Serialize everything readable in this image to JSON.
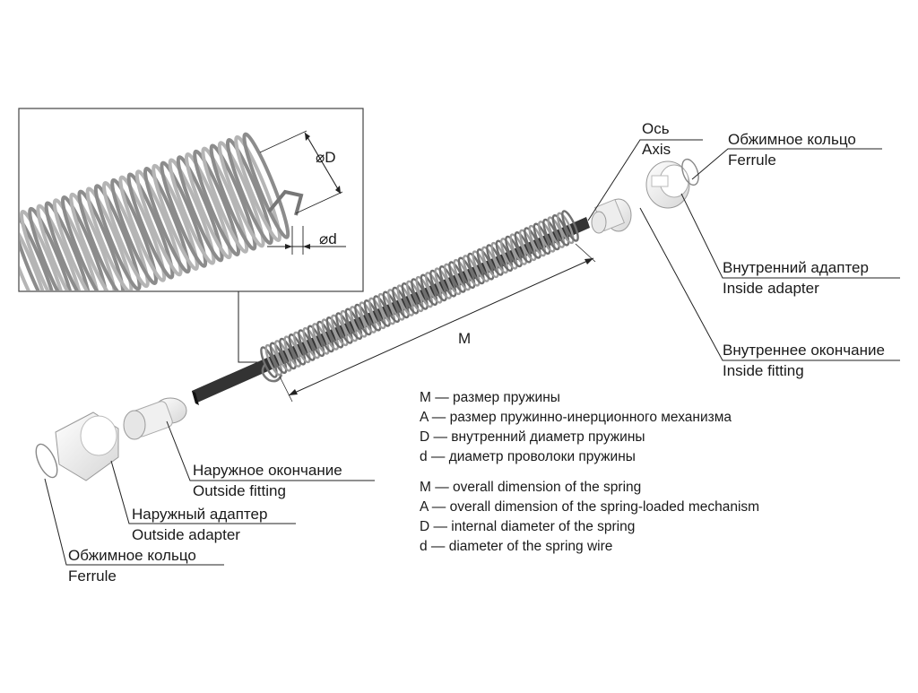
{
  "labels": {
    "axis": {
      "ru": "Ось",
      "en": "Axis"
    },
    "ferrule_right": {
      "ru": "Обжимное кольцо",
      "en": "Ferrule"
    },
    "inside_adapter": {
      "ru": "Внутренний адаптер",
      "en": "Inside adapter"
    },
    "inside_fitting": {
      "ru": "Внутреннее окончание",
      "en": "Inside fitting"
    },
    "outside_fitting": {
      "ru": "Наружное окончание",
      "en": "Outside fitting"
    },
    "outside_adapter": {
      "ru": "Наружный адаптер",
      "en": "Outside adapter"
    },
    "ferrule_left": {
      "ru": "Обжимное кольцо",
      "en": "Ferrule"
    }
  },
  "dimensions": {
    "M": "M",
    "D": "⌀D",
    "d": "⌀d"
  },
  "legend_ru": [
    "M — размер пружины",
    "A — размер пружинно-инерционного механизма",
    "D — внутренний диаметр пружины",
    "d — диаметр проволоки пружины"
  ],
  "legend_en": [
    "M — overall dimension of the spring",
    "A — overall dimension of the spring-loaded mechanism",
    "D — internal diameter of the spring",
    "d — diameter of the spring wire"
  ],
  "colors": {
    "axis_bar": "#333333",
    "spring_light": "#e4e4e4",
    "spring_dark": "#7a7a7a",
    "line": "#222222",
    "part_fill": "#f2f2f2"
  }
}
